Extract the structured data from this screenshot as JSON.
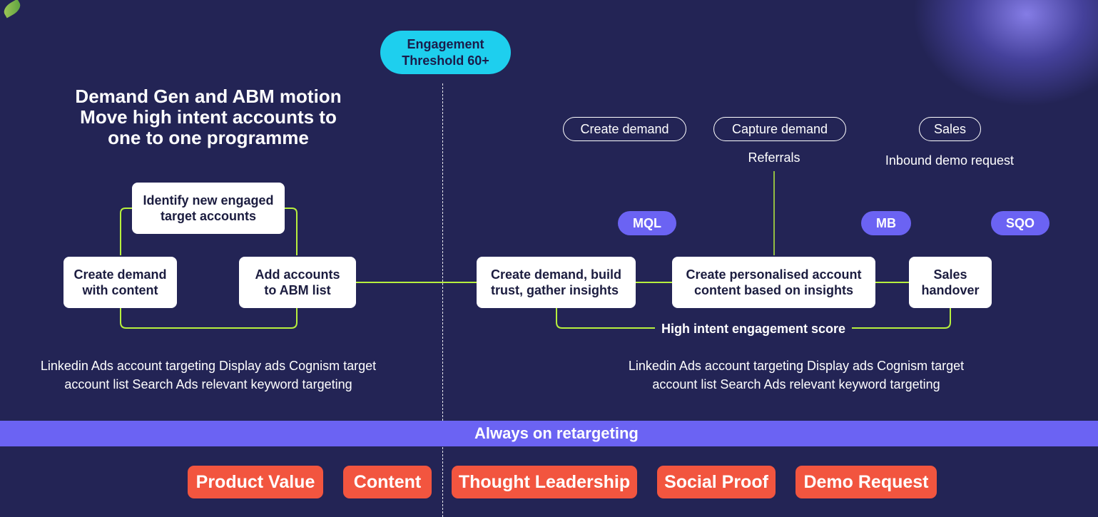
{
  "threshold": {
    "line1": "Engagement",
    "line2": "Threshold 60+"
  },
  "heading": {
    "line1": "Demand Gen and ABM motion",
    "line2": "Move high intent accounts to",
    "line3": "one to one programme"
  },
  "left_cycle": {
    "identify": {
      "line1": "Identify new engaged",
      "line2": "target accounts"
    },
    "create": {
      "line1": "Create demand",
      "line2": "with content"
    },
    "add": {
      "line1": "Add accounts",
      "line2": "to ABM list"
    }
  },
  "stages": {
    "create_demand": "Create demand",
    "capture_demand": "Capture demand",
    "sales": "Sales",
    "referrals": "Referrals",
    "inbound": "Inbound demo request"
  },
  "tags": {
    "mql": "MQL",
    "mb": "MB",
    "sqo": "SQO"
  },
  "flow": {
    "build": {
      "line1": "Create demand, build",
      "line2": "trust, gather insights"
    },
    "personalised": {
      "line1": "Create personalised account",
      "line2": "content based on insights"
    },
    "handover": {
      "line1": "Sales",
      "line2": "handover"
    },
    "score": "High intent engagement score"
  },
  "captions": {
    "left": {
      "line1": "Linkedin Ads account targeting Display ads Cognism target",
      "line2": "account list Search Ads relevant keyword targeting"
    },
    "right": {
      "line1": "Linkedin Ads account targeting Display ads Cognism target",
      "line2": "account list Search Ads relevant keyword targeting"
    }
  },
  "retargeting": "Always on retargeting",
  "topics": [
    "Product Value",
    "Content",
    "Thought Leadership",
    "Social Proof",
    "Demo Request"
  ],
  "colors": {
    "background": "#232455",
    "connector": "#b7f03d",
    "threshold": "#1ecfee",
    "accent_purple": "#6b63f3",
    "topic_red": "#f2553f"
  }
}
